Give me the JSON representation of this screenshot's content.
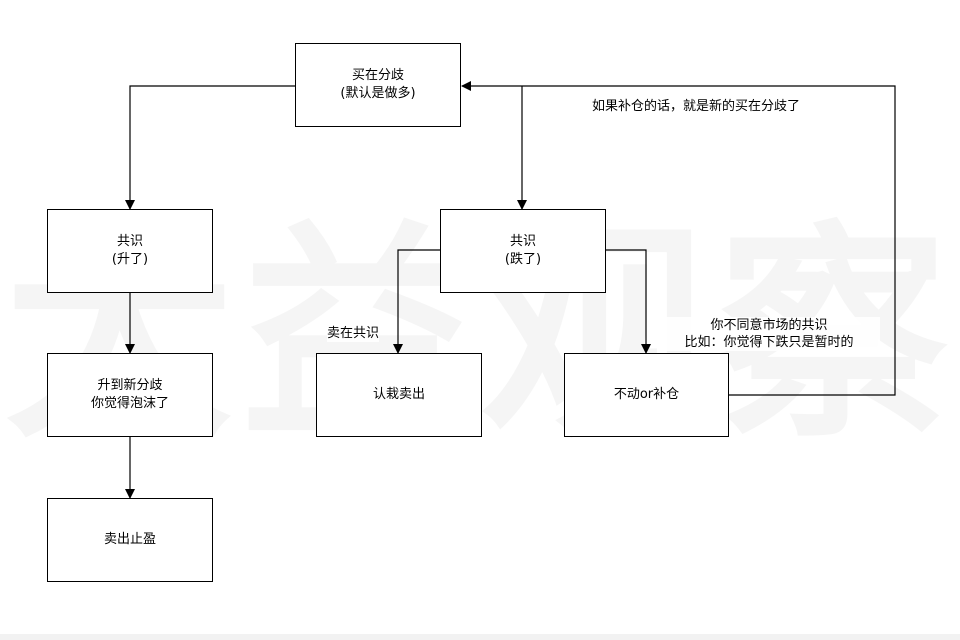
{
  "watermark": "大益观察",
  "nodes": {
    "buy_divergence": {
      "line1": "买在分歧",
      "line2": "(默认是做多)"
    },
    "consensus_up": {
      "line1": "共识",
      "line2": "(升了)"
    },
    "consensus_down": {
      "line1": "共识",
      "line2": "(跌了)"
    },
    "new_divergence": {
      "line1": "升到新分歧",
      "line2": "你觉得泡沫了"
    },
    "admit_loss": {
      "line1": "认栽卖出"
    },
    "hold_or_add": {
      "line1": "不动or补仓"
    },
    "take_profit": {
      "line1": "卖出止盈"
    }
  },
  "edge_labels": {
    "sell_consensus": "卖在共识",
    "disagree_line1": "你不同意市场的共识",
    "disagree_line2": "比如：你觉得下跌只是暂时的",
    "add_back": "如果补仓的话，就是新的买在分歧了"
  }
}
